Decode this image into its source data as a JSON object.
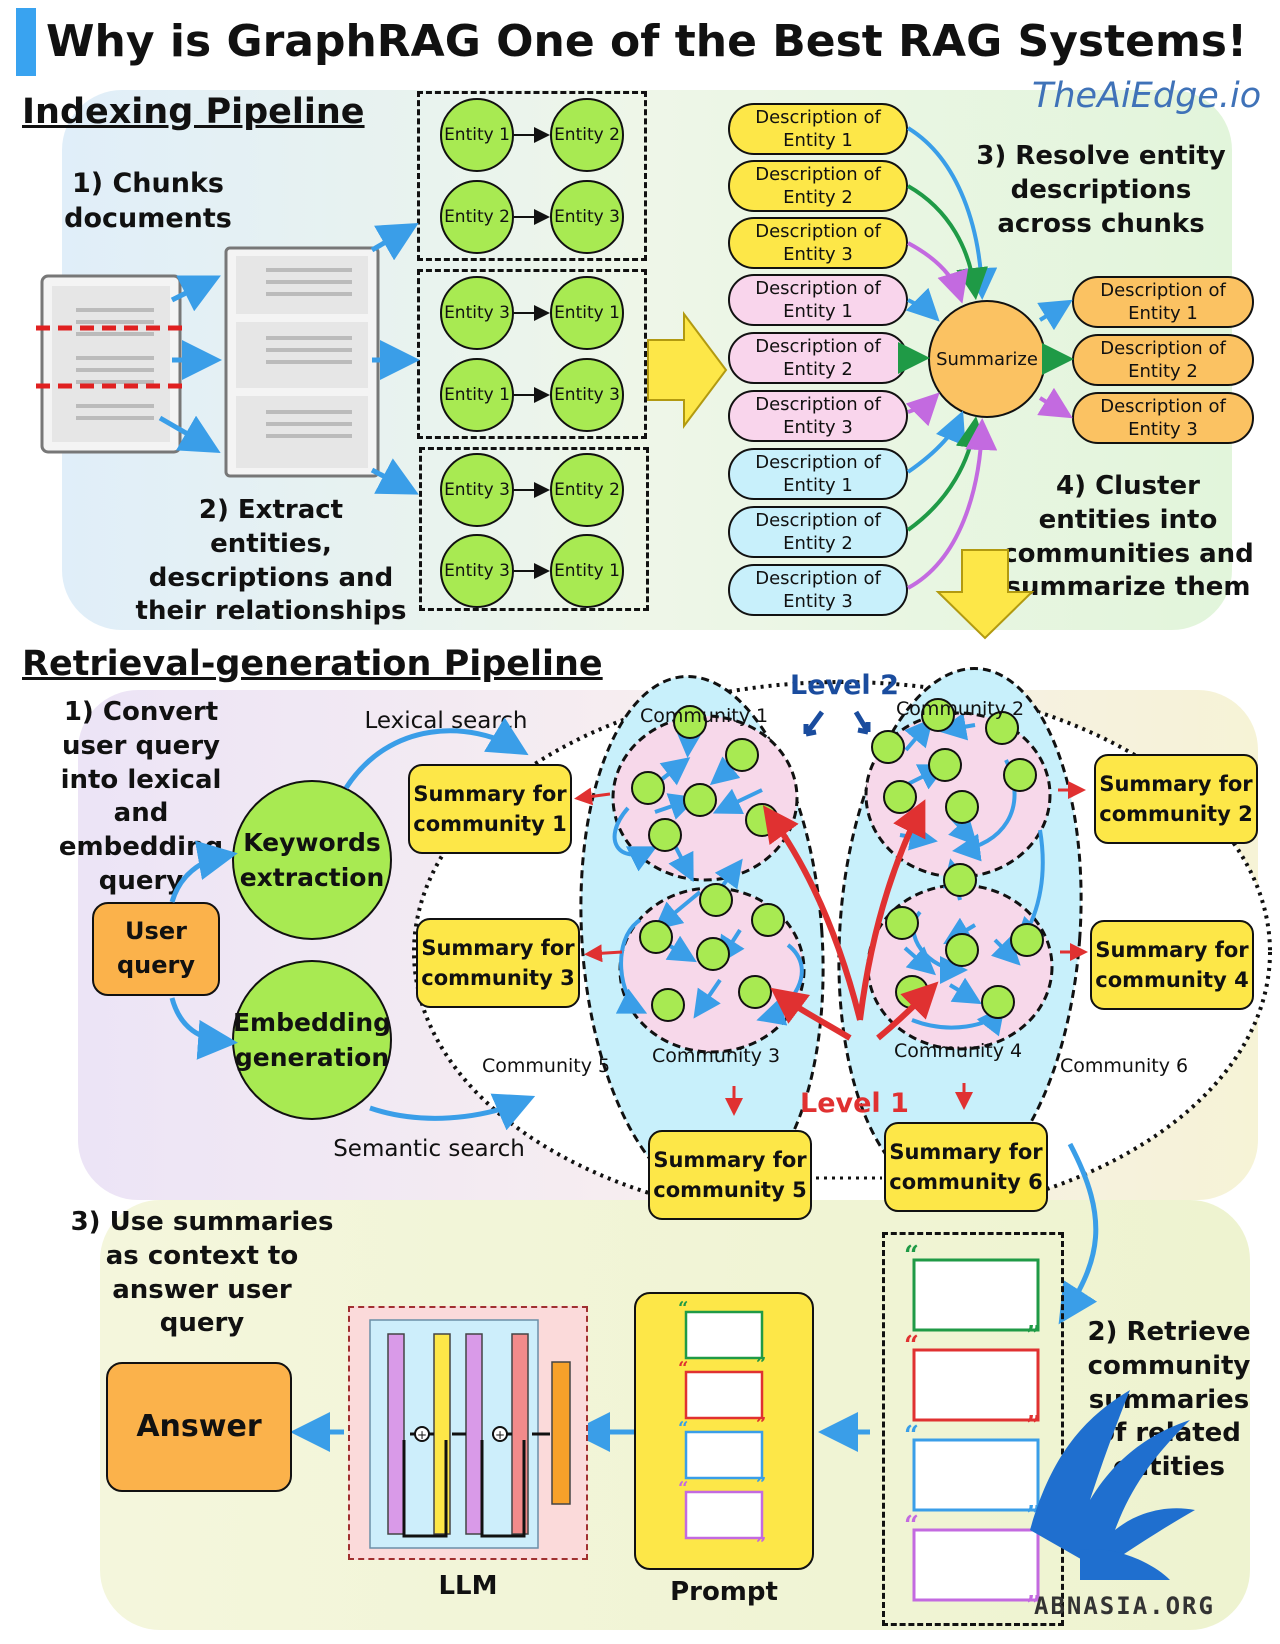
{
  "title": "Why is GraphRAG One of the Best RAG Systems!",
  "brand": "TheAiEdge.io",
  "watermark": "ABNASIA.ORG",
  "indexing": {
    "heading": "Indexing Pipeline",
    "step1": "1) Chunks documents",
    "step2": "2) Extract entities, descriptions and their relationships",
    "step3": "3) Resolve entity descriptions across chunks",
    "step4": "4) Cluster entities into communities and summarize them",
    "entity_boxes": [
      {
        "rows": [
          [
            "Entity 1",
            "Entity 2"
          ],
          [
            "Entity 2",
            "Entity 3"
          ]
        ]
      },
      {
        "rows": [
          [
            "Entity 3",
            "Entity 1"
          ],
          [
            "Entity 1",
            "Entity 3"
          ]
        ]
      },
      {
        "rows": [
          [
            "Entity 3",
            "Entity 2"
          ],
          [
            "Entity 3",
            "Entity 1"
          ]
        ]
      }
    ],
    "descriptions": [
      {
        "text": "Description of Entity 1",
        "group": "yellow"
      },
      {
        "text": "Description of Entity 2",
        "group": "yellow"
      },
      {
        "text": "Description of Entity 3",
        "group": "yellow"
      },
      {
        "text": "Description of Entity 1",
        "group": "pink"
      },
      {
        "text": "Description of Entity 2",
        "group": "pink"
      },
      {
        "text": "Description of Entity 3",
        "group": "pink"
      },
      {
        "text": "Description of Entity 1",
        "group": "cyan"
      },
      {
        "text": "Description of Entity 2",
        "group": "cyan"
      },
      {
        "text": "Description of Entity 3",
        "group": "cyan"
      }
    ],
    "summarize": "Summarize",
    "resolved": [
      "Description of Entity 1",
      "Description of Entity 2",
      "Description of Entity 3"
    ]
  },
  "retrieval": {
    "heading": "Retrieval-generation Pipeline",
    "step1": "1) Convert user query into lexical and embedding query",
    "user_query": "User query",
    "keywords": "Keywords extraction",
    "embedding": "Embedding generation",
    "lexical": "Lexical search",
    "semantic": "Semantic search",
    "level2": "Level 2",
    "level1": "Level 1",
    "communities": {
      "c1": "Community 1",
      "c2": "Community 2",
      "c3": "Community 3",
      "c4": "Community 4",
      "c5": "Community 5",
      "c6": "Community 6"
    },
    "summaries": {
      "s1": "Summary for community 1",
      "s2": "Summary for community 2",
      "s3": "Summary for community 3",
      "s4": "Summary for community 4",
      "s5": "Summary for community 5",
      "s6": "Summary for community 6"
    },
    "step2": "2) Retrieve community summaries of related entities",
    "step3": "3) Use summaries as context to answer user query",
    "answer": "Answer",
    "llm": "LLM",
    "prompt": "Prompt"
  },
  "colors": {
    "blue_arrow": "#3a9ee8",
    "green_arrow": "#1f9a46",
    "purple_arrow": "#c36ae0",
    "red_arrow": "#e03131",
    "yellow": "#fde748",
    "entity_green": "#a8ea52",
    "orange": "#fbb24b"
  }
}
